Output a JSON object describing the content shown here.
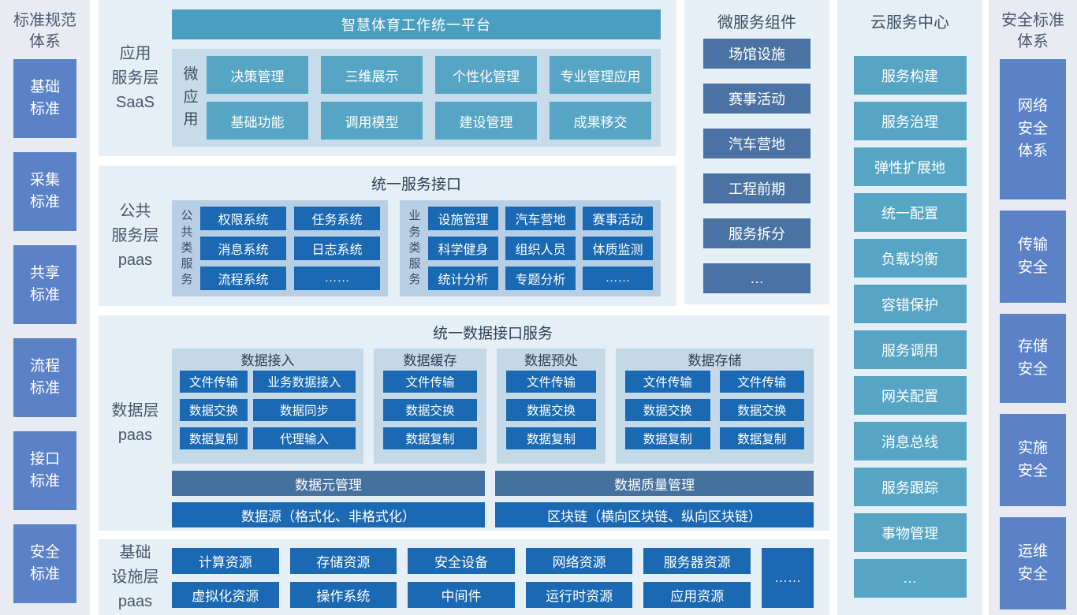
{
  "left_sidebar": {
    "title": "标准规范\n体系",
    "items": [
      "基础\n标准",
      "采集\n标准",
      "共享\n标准",
      "流程\n标准",
      "接口\n标准",
      "安全\n标准"
    ]
  },
  "saas": {
    "layer_label": "应用\n服务层\nSaaS",
    "platform_title": "智慧体育工作统一平台",
    "group_label": "微应用",
    "apps": [
      "决策管理",
      "三维展示",
      "个性化管理",
      "专业管理应用",
      "基础功能",
      "调用模型",
      "建设管理",
      "成果移交"
    ]
  },
  "paas_service": {
    "layer_label": "公共\n服务层\npaas",
    "title": "统一服务接口",
    "public_group": {
      "label": "公共类服务",
      "items": [
        "权限系统",
        "任务系统",
        "消息系统",
        "日志系统",
        "流程系统",
        "……"
      ]
    },
    "business_group": {
      "label": "业务类服务",
      "items": [
        "设施管理",
        "汽车营地",
        "赛事活动",
        "科学健身",
        "组织人员",
        "体质监测",
        "统计分析",
        "专题分析",
        "……"
      ]
    }
  },
  "data_layer": {
    "layer_label": "数据层\npaas",
    "title": "统一数据接口服务",
    "groups": [
      {
        "title": "数据接入",
        "items": [
          "文件传输",
          "业务数据接入",
          "数据交换",
          "数据同步",
          "数据复制",
          "代理输入"
        ]
      },
      {
        "title": "数据缓存",
        "items": [
          "文件传输",
          "数据交换",
          "数据复制"
        ]
      },
      {
        "title": "数据预处",
        "items": [
          "文件传输",
          "数据交换",
          "数据复制"
        ]
      },
      {
        "title": "数据存储",
        "items": [
          "文件传输",
          "文件传输",
          "数据交换",
          "数据交换",
          "数据复制",
          "数据复制"
        ]
      }
    ],
    "management_bars": [
      "数据元管理",
      "数据质量管理"
    ],
    "bottom_bars": [
      "数据源（格式化、非格式化）",
      "区块链（横向区块链、纵向区块链）"
    ]
  },
  "infra_layer": {
    "layer_label": "基础\n设施层\npaas",
    "row1": [
      "计算资源",
      "存储资源",
      "安全设备",
      "网络资源",
      "服务器资源"
    ],
    "row2": [
      "虚拟化资源",
      "操作系统",
      "中间件",
      "运行时资源",
      "应用资源"
    ],
    "more": "……"
  },
  "microservices": {
    "title": "微服务组件",
    "items": [
      "场馆设施",
      "赛事活动",
      "汽车营地",
      "工程前期",
      "服务拆分",
      "…"
    ]
  },
  "cloud_center": {
    "title": "云服务中心",
    "items": [
      "服务构建",
      "服务治理",
      "弹性扩展地",
      "统一配置",
      "负载均衡",
      "容错保护",
      "服务调用",
      "网关配置",
      "消息总线",
      "服务跟踪",
      "事物管理",
      "…"
    ]
  },
  "security_sidebar": {
    "title": "安全标准\n体系",
    "items": [
      "网络\n安全\n体系",
      "传输\n安全",
      "存储\n安全",
      "实施\n安全",
      "运维\n安全"
    ]
  },
  "colors": {
    "page_bg": "#ffffff",
    "sidebar_panel_bg": "#e9ebf3",
    "main_panel_bg": "#e6eff5",
    "sidebar_box_blue": "#5b82c7",
    "teal_bar": "#4a9ec1",
    "teal_button": "#57a5c5",
    "dark_blue_button": "#1a69b2",
    "slate_bar": "#45719f",
    "micro_slate_button": "#4a73a3",
    "saas_inner_panel": "#c7dcea",
    "service_sub_panel": "#b7cfe4",
    "data_sub_panel": "#c3d9e8",
    "label_text": "#46586d",
    "title_text": "#2e4257"
  }
}
